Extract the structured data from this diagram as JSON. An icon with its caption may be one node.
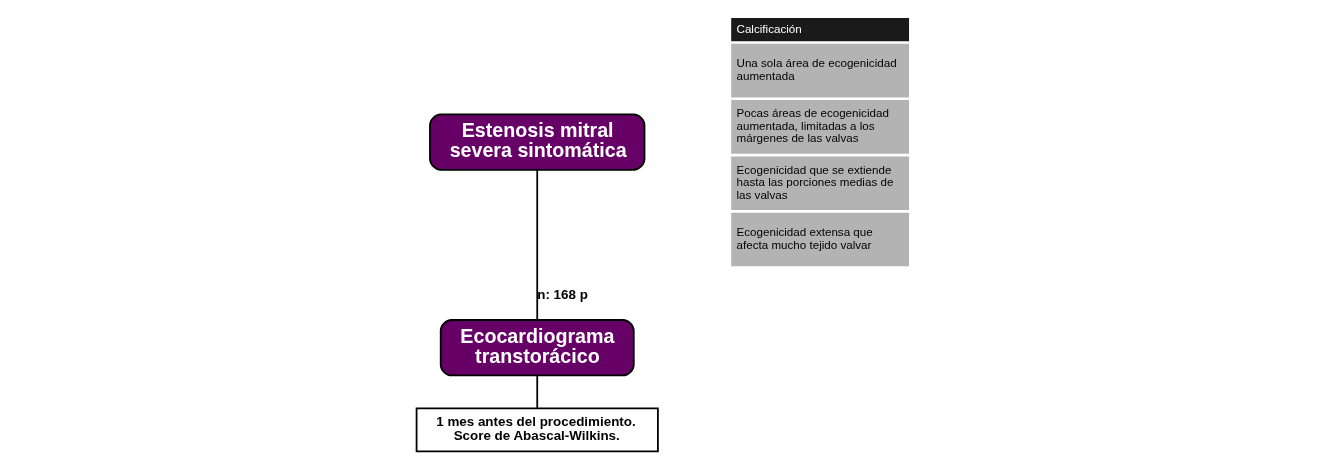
{
  "diagram": {
    "nodes": [
      {
        "text": [
          "Estenosis mitral severa sintomática"
        ]
      },
      {
        "text": [
          "Ecocardiograma transtorácico"
        ]
      },
      {
        "text": [
          "1 mes antes del procedimiento. Score de Abascal-Wilkins."
        ]
      }
    ],
    "edges": [
      {
        "from": 0,
        "to": 1,
        "arrow": "none",
        "label": "n: 168 p"
      },
      {
        "from": 1,
        "to": 2,
        "arrow": "none"
      }
    ],
    "labels": [
      "Calcificación",
      "Una sola área de ecogenicidad aumentada",
      "Pocas áreas de ecogenicidad aumentada, limitadas a los márgenes de las valvas",
      "Ecogenicidad que se extiende hasta las porciones medias de las valvas",
      "Ecogenicidad extensa que afecta mucho tejido valvar"
    ]
  }
}
